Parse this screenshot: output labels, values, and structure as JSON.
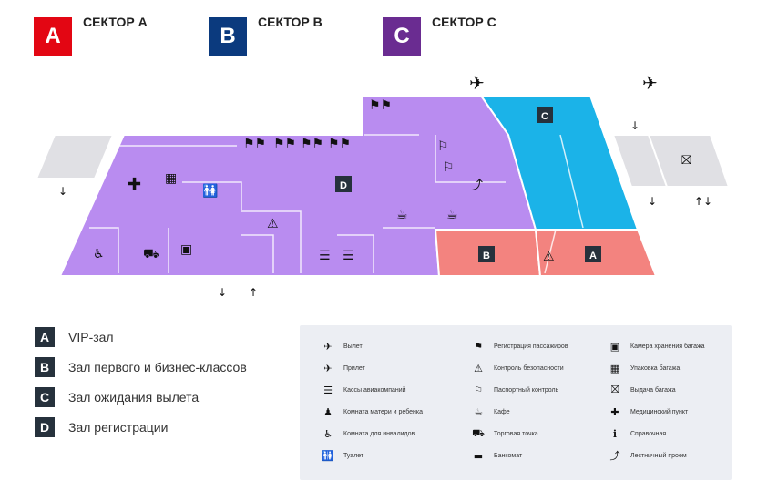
{
  "sectors": [
    {
      "letter": "A",
      "label": "СЕКТОР А",
      "color": "#e30613"
    },
    {
      "letter": "B",
      "label": "СЕКТОР В",
      "color": "#0b3a7e"
    },
    {
      "letter": "C",
      "label": "СЕКТОР С",
      "color": "#6a2c91"
    }
  ],
  "map": {
    "area_labels": {
      "d": "D",
      "c": "C",
      "b": "B",
      "a": "A"
    },
    "colors": {
      "registration": "#b98cf0",
      "departure": "#1bb3e8",
      "business": "#f3837f",
      "arrival": "#e0e0e4"
    }
  },
  "zones": [
    {
      "letter": "A",
      "text": "VIP-зал"
    },
    {
      "letter": "B",
      "text": "Зал первого и бизнес-классов"
    },
    {
      "letter": "C",
      "text": "Зал ожидания вылета"
    },
    {
      "letter": "D",
      "text": "Зал регистрации"
    }
  ],
  "legend": {
    "col1": [
      {
        "icon": "departure-icon",
        "glyph": "✈",
        "text": "Вылет"
      },
      {
        "icon": "arrival-icon",
        "glyph": "✈",
        "text": "Прилет"
      },
      {
        "icon": "airline-ticket-office-icon",
        "glyph": "☰",
        "text": "Кассы авиакомпаний"
      },
      {
        "icon": "mother-child-room-icon",
        "glyph": "♟",
        "text": "Комната матери и ребенка"
      },
      {
        "icon": "disabled-room-icon",
        "glyph": "♿",
        "text": "Комната для инвалидов"
      },
      {
        "icon": "toilet-icon",
        "glyph": "🚻",
        "text": "Туалет"
      }
    ],
    "col2": [
      {
        "icon": "passenger-checkin-icon",
        "glyph": "⚑",
        "text": "Регистрация пассажиров"
      },
      {
        "icon": "security-check-icon",
        "glyph": "⚠",
        "text": "Контроль безопасности"
      },
      {
        "icon": "passport-control-icon",
        "glyph": "⚐",
        "text": "Паспортный контроль"
      },
      {
        "icon": "cafe-icon",
        "glyph": "☕",
        "text": "Кафе"
      },
      {
        "icon": "shop-icon",
        "glyph": "⛟",
        "text": "Торговая точка"
      },
      {
        "icon": "atm-icon",
        "glyph": "▬",
        "text": "Банкомат"
      }
    ],
    "col3": [
      {
        "icon": "luggage-storage-icon",
        "glyph": "▣",
        "text": "Камера хранения багажа"
      },
      {
        "icon": "luggage-wrapping-icon",
        "glyph": "▦",
        "text": "Упаковка багажа"
      },
      {
        "icon": "baggage-claim-icon",
        "glyph": "⛝",
        "text": "Выдача багажа"
      },
      {
        "icon": "medical-icon",
        "glyph": "✚",
        "text": "Медицинский пункт"
      },
      {
        "icon": "info-icon",
        "glyph": "i",
        "text": "Справочная"
      },
      {
        "icon": "stairs-icon",
        "glyph": "⤴",
        "text": "Лестничный проем"
      }
    ]
  }
}
